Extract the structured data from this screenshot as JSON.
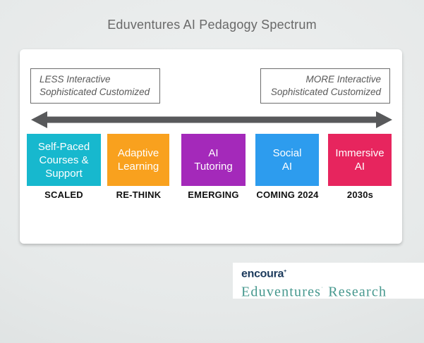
{
  "title": "Eduventures AI Pedagogy Spectrum",
  "scale_labels": {
    "left": {
      "line1": "LESS Interactive",
      "line2": "Sophisticated Customized"
    },
    "right": {
      "line1": "MORE Interactive",
      "line2": "Sophisticated Customized"
    }
  },
  "arrow": {
    "color": "#58595B"
  },
  "spectrum": {
    "stages": [
      {
        "name": "self-paced-courses-support",
        "lines": [
          "Self-Paced",
          "Courses &",
          "Support"
        ],
        "status": "SCALED",
        "color": "#17B8CE"
      },
      {
        "name": "adaptive-learning",
        "lines": [
          "Adaptive",
          "Learning"
        ],
        "status": "RE-THINK",
        "color": "#F9A11E"
      },
      {
        "name": "ai-tutoring",
        "lines": [
          "AI",
          "Tutoring"
        ],
        "status": "EMERGING",
        "color": "#A429BA"
      },
      {
        "name": "social-ai",
        "lines": [
          "Social",
          "AI"
        ],
        "status": "COMING 2024",
        "color": "#2D9CEE"
      },
      {
        "name": "immersive-ai",
        "lines": [
          "Immersive",
          "AI"
        ],
        "status": "2030s",
        "color": "#E7255E"
      }
    ]
  },
  "branding": {
    "logo_text": "encoura",
    "logo_mark": "+",
    "logo_color": "#1C3A5C",
    "research_name": "Eduventures",
    "research_mark": "˙",
    "research_suffix": " Research",
    "research_color": "#46988E"
  }
}
